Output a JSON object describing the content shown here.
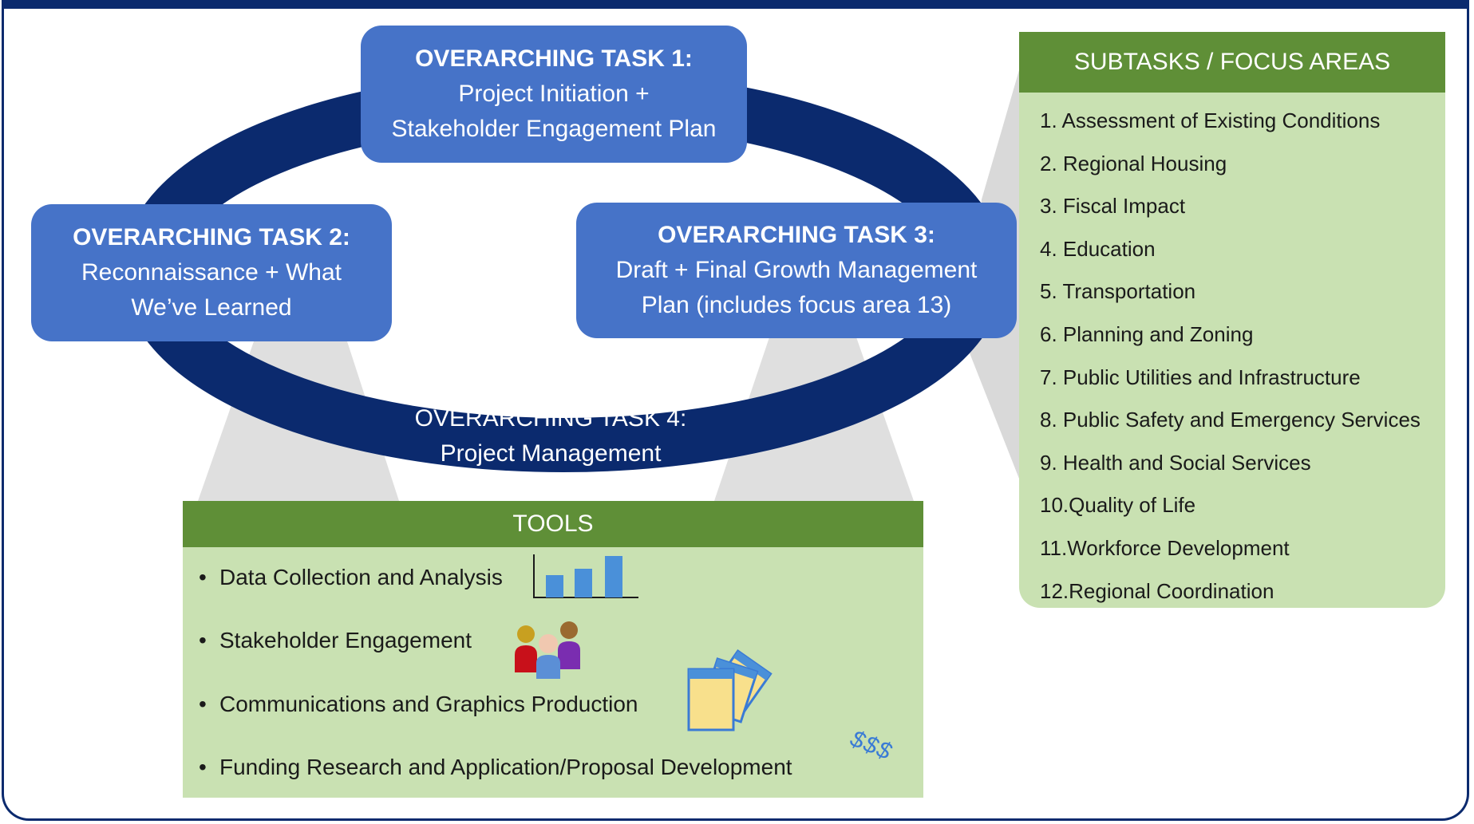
{
  "tasks": {
    "task1": {
      "title": "OVERARCHING TASK 1:",
      "desc": "Project Initiation +\nStakeholder Engagement Plan"
    },
    "task2": {
      "title": "OVERARCHING TASK 2:",
      "desc": "Reconnaissance + What\nWe’ve Learned"
    },
    "task3": {
      "title": "OVERARCHING TASK 3:",
      "desc": "Draft + Final Growth Management\nPlan (includes focus area 13)"
    },
    "task4": {
      "title": "OVERARCHING TASK 4:",
      "desc": "Project Management"
    }
  },
  "subtasks": {
    "header": "SUBTASKS / FOCUS AREAS",
    "items": [
      "1. Assessment of Existing Conditions",
      "2. Regional Housing",
      "3. Fiscal Impact",
      "4. Education",
      "5. Transportation",
      "6. Planning and Zoning",
      "7. Public Utilities and Infrastructure",
      "8. Public Safety and Emergency Services",
      "9. Health and Social Services",
      "10.Quality of Life",
      "11.Workforce Development",
      "12.Regional Coordination"
    ]
  },
  "tools": {
    "header": "TOOLS",
    "bullet": "•",
    "items": [
      {
        "label": "Data Collection and Analysis",
        "icon": "bar-chart-icon"
      },
      {
        "label": "Stakeholder Engagement",
        "icon": "people-icon"
      },
      {
        "label": "Communications and Graphics Production",
        "icon": "documents-icon"
      },
      {
        "label": "Funding Research and Application/Proposal Development",
        "icon": "dollar-signs-icon"
      }
    ],
    "dollar_text": "$$$"
  },
  "colors": {
    "ring": "#0b2a6e",
    "task_box": "#4673c8",
    "header_green": "#5f8f37",
    "panel_green": "#c9e1b2",
    "connector_gray": "#d9d9d9"
  }
}
